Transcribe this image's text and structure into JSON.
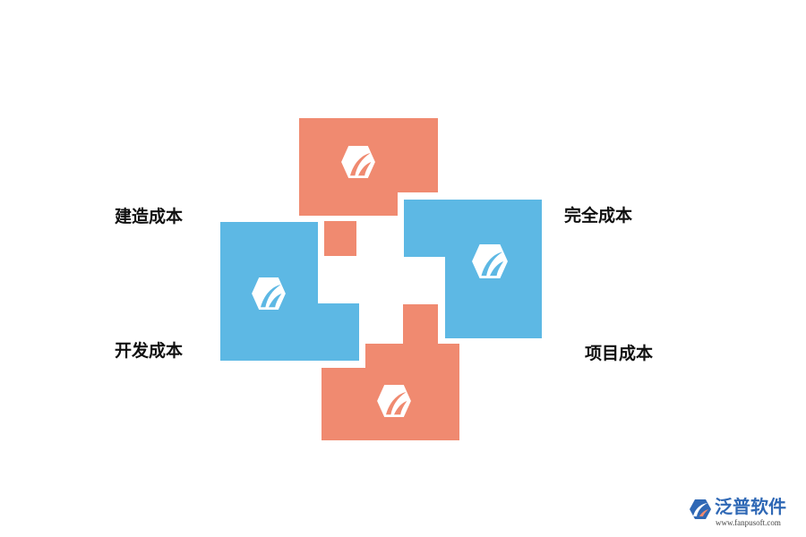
{
  "labels": {
    "top_left": "建造成本",
    "bottom_left": "开发成本",
    "top_right": "完全成本",
    "bottom_right": "项目成本"
  },
  "colors": {
    "salmon": "#f08a70",
    "blue": "#5db8e4",
    "icon": "#ffffff",
    "brand": "#2f68b5"
  },
  "icons": [
    "leaf-hexagon-icon",
    "leaf-hexagon-icon",
    "leaf-hexagon-icon",
    "leaf-hexagon-icon"
  ],
  "brand": {
    "name": "泛普软件",
    "url": "www.fanpusoft.com"
  }
}
